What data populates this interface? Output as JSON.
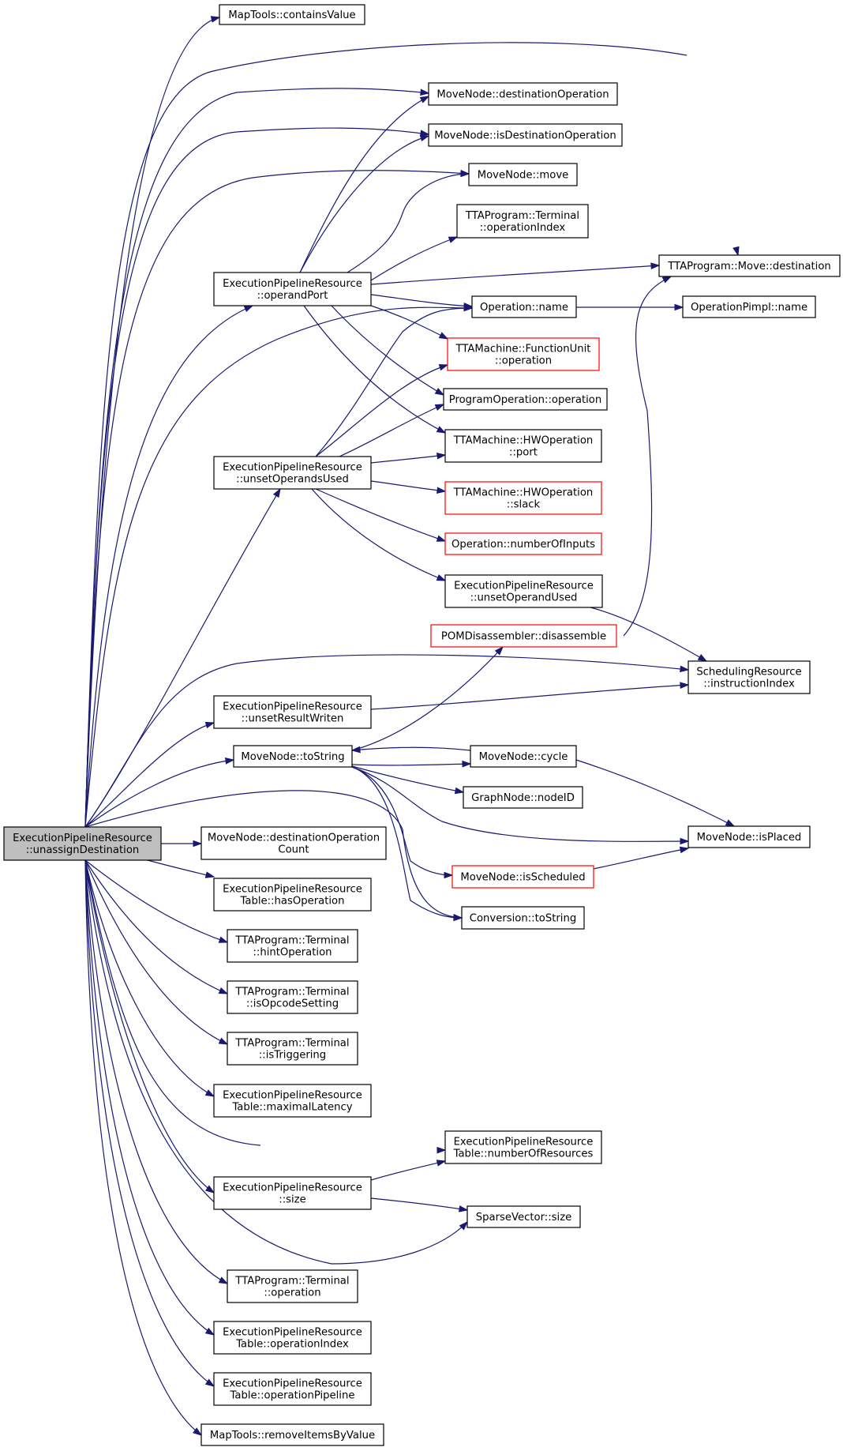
{
  "diagram": {
    "colors": {
      "edge": "#191970",
      "node_border": "#000000",
      "node_border_incomplete": "#ff0000",
      "root_fill": "#bfbfbf",
      "node_fill": "#ffffff"
    },
    "nodes": [
      {
        "id": "root",
        "lines": [
          "ExecutionPipelineResource",
          "::unassignDestination"
        ],
        "style": "root"
      },
      {
        "id": "contains_value",
        "lines": [
          "MapTools::containsValue"
        ]
      },
      {
        "id": "dest_op",
        "lines": [
          "MoveNode::destinationOperation"
        ]
      },
      {
        "id": "is_dest_op",
        "lines": [
          "MoveNode::isDestinationOperation"
        ]
      },
      {
        "id": "move",
        "lines": [
          "MoveNode::move"
        ]
      },
      {
        "id": "term_op_index",
        "lines": [
          "TTAProgram::Terminal",
          "::operationIndex"
        ]
      },
      {
        "id": "move_dest",
        "lines": [
          "TTAProgram::Move::destination"
        ]
      },
      {
        "id": "operand_port",
        "lines": [
          "ExecutionPipelineResource",
          "::operandPort"
        ]
      },
      {
        "id": "op_name",
        "lines": [
          "Operation::name"
        ]
      },
      {
        "id": "pimpl_name",
        "lines": [
          "OperationPimpl::name"
        ]
      },
      {
        "id": "fu_operation",
        "lines": [
          "TTAMachine::FunctionUnit",
          "::operation"
        ],
        "style": "red"
      },
      {
        "id": "prog_operation",
        "lines": [
          "ProgramOperation::operation"
        ]
      },
      {
        "id": "hw_port",
        "lines": [
          "TTAMachine::HWOperation",
          "::port"
        ]
      },
      {
        "id": "unset_operands_used",
        "lines": [
          "ExecutionPipelineResource",
          "::unsetOperandsUsed"
        ]
      },
      {
        "id": "hw_slack",
        "lines": [
          "TTAMachine::HWOperation",
          "::slack"
        ],
        "style": "red"
      },
      {
        "id": "num_inputs",
        "lines": [
          "Operation::numberOfInputs"
        ],
        "style": "red"
      },
      {
        "id": "unset_operand_used",
        "lines": [
          "ExecutionPipelineResource",
          "::unsetOperandUsed"
        ]
      },
      {
        "id": "pom_disassemble",
        "lines": [
          "POMDisassembler::disassemble"
        ],
        "style": "red"
      },
      {
        "id": "instr_index",
        "lines": [
          "SchedulingResource",
          "::instructionIndex"
        ]
      },
      {
        "id": "unset_result_writen",
        "lines": [
          "ExecutionPipelineResource",
          "::unsetResultWriten"
        ]
      },
      {
        "id": "mn_tostring",
        "lines": [
          "MoveNode::toString"
        ]
      },
      {
        "id": "mn_cycle",
        "lines": [
          "MoveNode::cycle"
        ]
      },
      {
        "id": "node_id",
        "lines": [
          "GraphNode::nodeID"
        ]
      },
      {
        "id": "is_placed",
        "lines": [
          "MoveNode::isPlaced"
        ]
      },
      {
        "id": "is_scheduled",
        "lines": [
          "MoveNode::isScheduled"
        ],
        "style": "red"
      },
      {
        "id": "conv_tostring",
        "lines": [
          "Conversion::toString"
        ]
      },
      {
        "id": "dest_op_count",
        "lines": [
          "MoveNode::destinationOperation",
          "Count"
        ]
      },
      {
        "id": "has_operation",
        "lines": [
          "ExecutionPipelineResource",
          "Table::hasOperation"
        ]
      },
      {
        "id": "hint_operation",
        "lines": [
          "TTAProgram::Terminal",
          "::hintOperation"
        ]
      },
      {
        "id": "is_opcode_setting",
        "lines": [
          "TTAProgram::Terminal",
          "::isOpcodeSetting"
        ]
      },
      {
        "id": "is_triggering",
        "lines": [
          "TTAProgram::Terminal",
          "::isTriggering"
        ]
      },
      {
        "id": "maximal_latency",
        "lines": [
          "ExecutionPipelineResource",
          "Table::maximalLatency"
        ]
      },
      {
        "id": "number_of_resources",
        "lines": [
          "ExecutionPipelineResource",
          "Table::numberOfResources"
        ]
      },
      {
        "id": "epr_size",
        "lines": [
          "ExecutionPipelineResource",
          "::size"
        ]
      },
      {
        "id": "sparse_size",
        "lines": [
          "SparseVector::size"
        ]
      },
      {
        "id": "term_operation",
        "lines": [
          "TTAProgram::Terminal",
          "::operation"
        ]
      },
      {
        "id": "table_op_index",
        "lines": [
          "ExecutionPipelineResource",
          "Table::operationIndex"
        ]
      },
      {
        "id": "table_op_pipeline",
        "lines": [
          "ExecutionPipelineResource",
          "Table::operationPipeline"
        ]
      },
      {
        "id": "remove_items",
        "lines": [
          "MapTools::removeItemsByValue"
        ]
      }
    ],
    "edges": [
      [
        "root",
        "contains_value"
      ],
      [
        "root",
        "move_dest"
      ],
      [
        "root",
        "dest_op"
      ],
      [
        "root",
        "is_dest_op"
      ],
      [
        "root",
        "move"
      ],
      [
        "root",
        "operand_port"
      ],
      [
        "root",
        "op_name"
      ],
      [
        "root",
        "unset_operands_used"
      ],
      [
        "root",
        "instr_index"
      ],
      [
        "root",
        "unset_result_writen"
      ],
      [
        "root",
        "mn_tostring"
      ],
      [
        "root",
        "conv_tostring"
      ],
      [
        "root",
        "dest_op_count"
      ],
      [
        "root",
        "has_operation"
      ],
      [
        "root",
        "hint_operation"
      ],
      [
        "root",
        "is_opcode_setting"
      ],
      [
        "root",
        "is_triggering"
      ],
      [
        "root",
        "maximal_latency"
      ],
      [
        "root",
        "number_of_resources"
      ],
      [
        "root",
        "epr_size"
      ],
      [
        "root",
        "sparse_size"
      ],
      [
        "root",
        "term_operation"
      ],
      [
        "root",
        "table_op_index"
      ],
      [
        "root",
        "table_op_pipeline"
      ],
      [
        "root",
        "remove_items"
      ],
      [
        "operand_port",
        "dest_op"
      ],
      [
        "operand_port",
        "is_dest_op"
      ],
      [
        "operand_port",
        "move"
      ],
      [
        "operand_port",
        "term_op_index"
      ],
      [
        "operand_port",
        "move_dest"
      ],
      [
        "operand_port",
        "op_name"
      ],
      [
        "operand_port",
        "fu_operation"
      ],
      [
        "operand_port",
        "prog_operation"
      ],
      [
        "operand_port",
        "hw_port"
      ],
      [
        "op_name",
        "pimpl_name"
      ],
      [
        "unset_operands_used",
        "op_name"
      ],
      [
        "unset_operands_used",
        "fu_operation"
      ],
      [
        "unset_operands_used",
        "prog_operation"
      ],
      [
        "unset_operands_used",
        "hw_port"
      ],
      [
        "unset_operands_used",
        "hw_slack"
      ],
      [
        "unset_operands_used",
        "num_inputs"
      ],
      [
        "unset_operands_used",
        "unset_operand_used"
      ],
      [
        "unset_operand_used",
        "instr_index"
      ],
      [
        "unset_result_writen",
        "instr_index"
      ],
      [
        "pom_disassemble",
        "move_dest"
      ],
      [
        "mn_tostring",
        "pom_disassemble"
      ],
      [
        "mn_tostring",
        "mn_cycle"
      ],
      [
        "mn_tostring",
        "node_id"
      ],
      [
        "mn_tostring",
        "is_placed"
      ],
      [
        "mn_tostring",
        "is_scheduled"
      ],
      [
        "mn_tostring",
        "conv_tostring"
      ],
      [
        "mn_cycle",
        "mn_tostring"
      ],
      [
        "mn_cycle",
        "is_placed"
      ],
      [
        "is_scheduled",
        "is_placed"
      ],
      [
        "epr_size",
        "number_of_resources"
      ],
      [
        "epr_size",
        "sparse_size"
      ]
    ]
  }
}
